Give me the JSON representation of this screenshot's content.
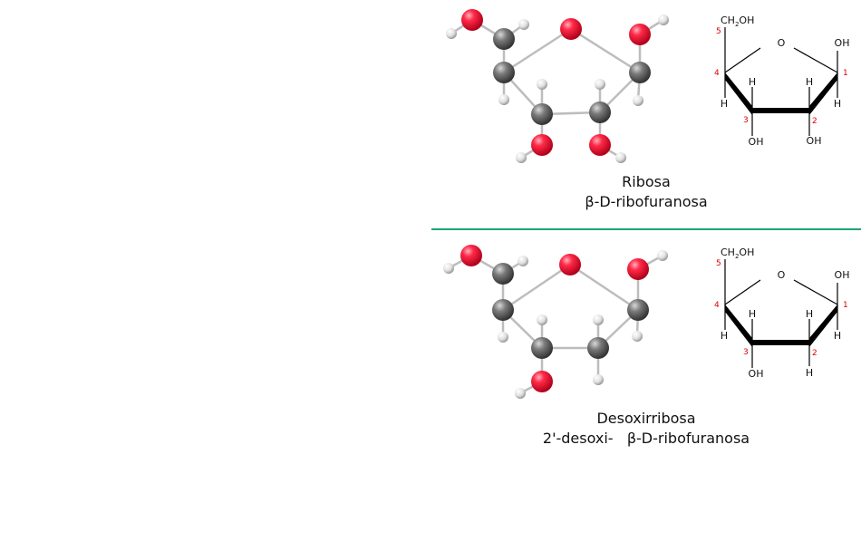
{
  "colors": {
    "oxygen": "#ee1133",
    "carbon": "#6a6a6a",
    "hydrogen": "#e8e8e8",
    "divider": "#1aa47a",
    "numbers": "#dd0000"
  },
  "ribose": {
    "name": "Ribosa",
    "systematic": "β-D-ribofuranosa",
    "formula": {
      "ch2oh": "CH2OH",
      "ring_o": "O",
      "oh_c1": "OH",
      "h_c1": "H",
      "h_c2": "H",
      "oh_c2": "OH",
      "h_c3": "H",
      "oh_c3": "OH",
      "h_c4": "H",
      "numbers": [
        "1",
        "2",
        "3",
        "4",
        "5"
      ]
    }
  },
  "deoxyribose": {
    "name": "Desoxirribosa",
    "systematic": "2'-desoxi-   β-D-ribofuranosa",
    "formula": {
      "ch2oh": "CH2OH",
      "ring_o": "O",
      "oh_c1": "OH",
      "h_c1": "H",
      "h_c2a": "H",
      "h_c2b": "H",
      "h_c3": "H",
      "oh_c3": "OH",
      "h_c4": "H",
      "numbers": [
        "1",
        "2",
        "3",
        "4",
        "5"
      ]
    }
  }
}
